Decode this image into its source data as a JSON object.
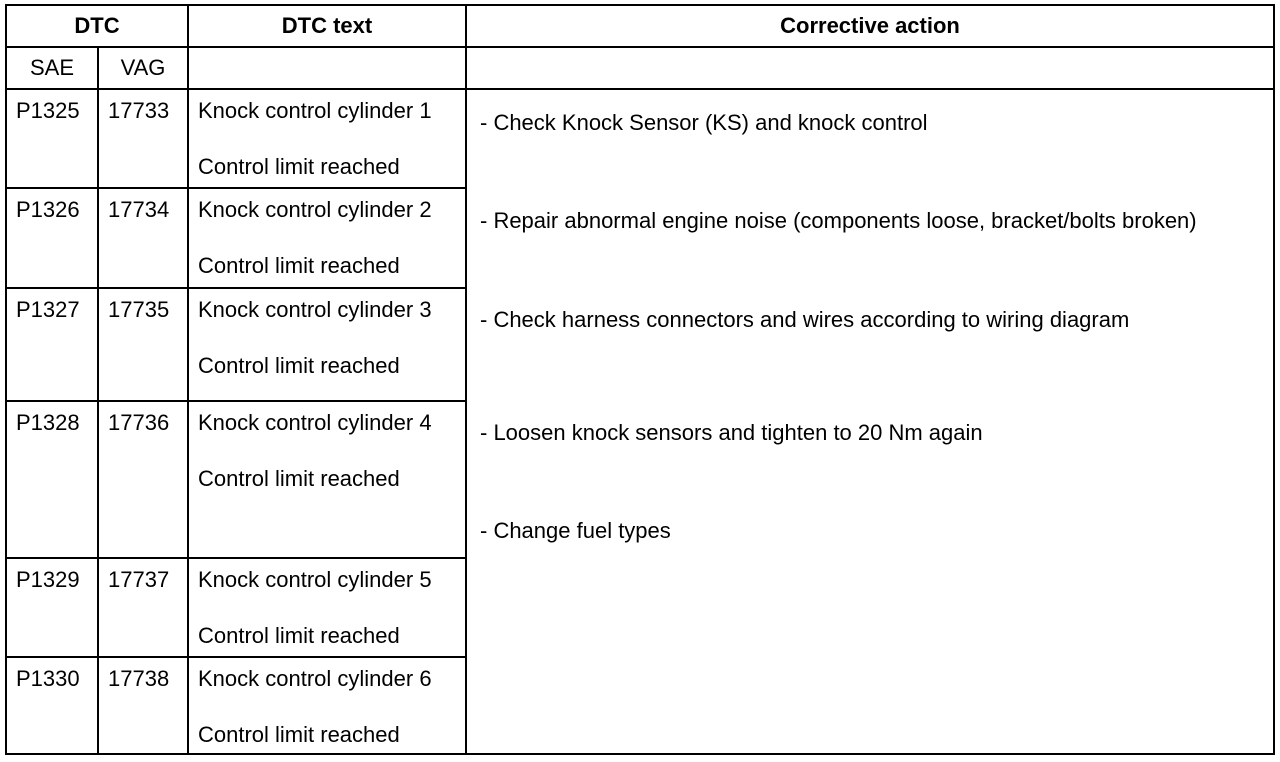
{
  "header": {
    "dtc": "DTC",
    "dtc_text": "DTC text",
    "corrective_action": "Corrective action"
  },
  "subheader": {
    "sae": "SAE",
    "vag": "VAG"
  },
  "rows": [
    {
      "sae": "P1325",
      "vag": "17733",
      "text": "Knock control cylinder 1",
      "text2": "Control limit reached"
    },
    {
      "sae": "P1326",
      "vag": "17734",
      "text": "Knock control cylinder 2",
      "text2": "Control limit reached"
    },
    {
      "sae": "P1327",
      "vag": "17735",
      "text": "Knock control cylinder 3",
      "text2": "Control limit reached"
    },
    {
      "sae": "P1328",
      "vag": "17736",
      "text": "Knock control cylinder 4",
      "text2": "Control limit reached"
    },
    {
      "sae": "P1329",
      "vag": "17737",
      "text": "Knock control cylinder 5",
      "text2": "Control limit reached"
    },
    {
      "sae": "P1330",
      "vag": "17738",
      "text": "Knock control cylinder 6",
      "text2": "Control limit reached"
    }
  ],
  "actions": [
    "- Check Knock Sensor (KS) and knock control",
    "- Repair abnormal engine noise (components loose, bracket/bolts broken)",
    "- Check harness connectors and wires according to wiring diagram",
    "- Loosen knock sensors and tighten to 20 Nm again",
    "- Change fuel types"
  ]
}
